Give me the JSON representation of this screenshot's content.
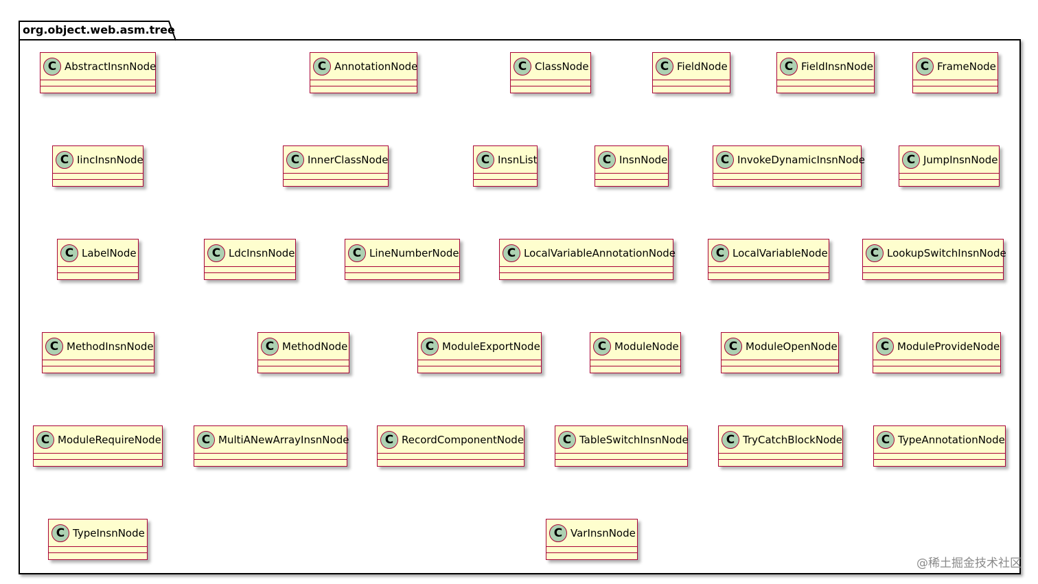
{
  "package": {
    "name": "org.object.web.asm.tree"
  },
  "class_icon_letter": "C",
  "colors": {
    "class_fill": "#fefece",
    "class_border": "#a80036",
    "icon_fill": "#add1b2"
  },
  "rows": [
    [
      "AbstractInsnNode",
      "AnnotationNode",
      "ClassNode",
      "FieldNode",
      "FieldInsnNode",
      "FrameNode"
    ],
    [
      "IincInsnNode",
      "InnerClassNode",
      "InsnList",
      "InsnNode",
      "InvokeDynamicInsnNode",
      "JumpInsnNode"
    ],
    [
      "LabelNode",
      "LdcInsnNode",
      "LineNumberNode",
      "LocalVariableAnnotationNode",
      "LocalVariableNode",
      "LookupSwitchInsnNode"
    ],
    [
      "MethodInsnNode",
      "MethodNode",
      "ModuleExportNode",
      "ModuleNode",
      "ModuleOpenNode",
      "ModuleProvideNode"
    ],
    [
      "ModuleRequireNode",
      "MultiANewArrayInsnNode",
      "RecordComponentNode",
      "TableSwitchInsnNode",
      "TryCatchBlockNode",
      "TypeAnnotationNode"
    ],
    [
      "TypeInsnNode",
      "VarInsnNode"
    ]
  ],
  "watermark": "@稀土掘金技术社区"
}
